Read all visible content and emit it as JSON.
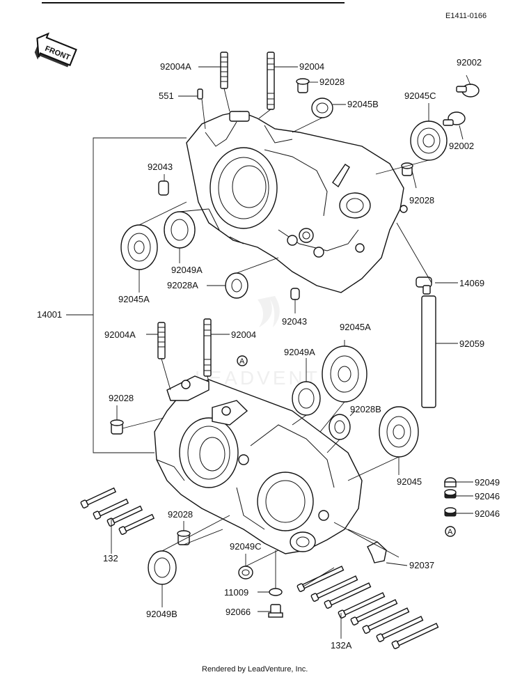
{
  "header": {
    "code": "E1411-0166",
    "front_badge": "FRONT"
  },
  "footer": {
    "credit": "Rendered by LeadVenture, Inc."
  },
  "watermark": "LEADVENTURE",
  "callouts": {
    "c_92004A_top": "92004A",
    "c_92004_top": "92004",
    "c_92028_top": "92028",
    "c_551": "551",
    "c_92045B": "92045B",
    "c_92002_a": "92002",
    "c_92045C": "92045C",
    "c_92002_b": "92002",
    "c_92043_left": "92043",
    "c_92028_right": "92028",
    "c_92049A_top": "92049A",
    "c_92045A_top": "92045A",
    "c_92028A": "92028A",
    "c_14069": "14069",
    "c_14001": "14001",
    "c_92043_mid": "92043",
    "c_92004A_low": "92004A",
    "c_92004_low": "92004",
    "c_92045A_low": "92045A",
    "c_92059": "92059",
    "c_92049A_low": "92049A",
    "c_92028_low_left": "92028",
    "c_92028B": "92028B",
    "c_92045_low": "92045",
    "c_92049_small": "92049",
    "c_92046_a": "92046",
    "c_92046_b": "92046",
    "c_92028_bottom": "92028",
    "c_132": "132",
    "c_92049C": "92049C",
    "c_92037": "92037",
    "c_11009": "11009",
    "c_92049B": "92049B",
    "c_92066": "92066",
    "c_132A": "132A"
  },
  "markers": {
    "ref_a_top": "A",
    "ref_a_bottom": "A"
  }
}
